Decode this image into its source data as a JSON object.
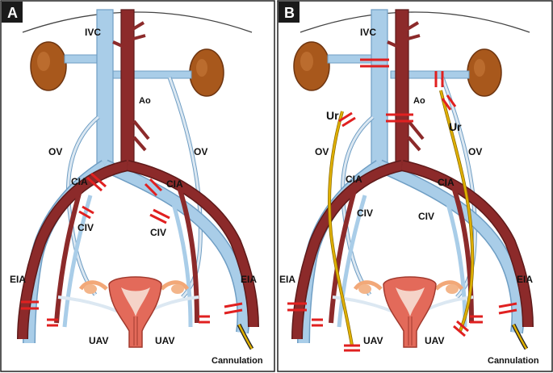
{
  "colors": {
    "artery": "#8c2a2a",
    "artery_dark": "#5e1a1a",
    "vein": "#a9cde8",
    "vein_edge": "#6f9ec4",
    "ureter": "#e0b000",
    "ligature": "#e02020",
    "kidney": "#a8581c",
    "uterus": "#e36a5a",
    "panel_tag_bg": "#1a1a1a",
    "panel_border": "#222222"
  },
  "icons": {
    "ligature": "double-red-bar-icon",
    "kidney": "kidney-icon",
    "uterus": "uterus-icon",
    "cannula": "cannula-icon"
  },
  "panels": [
    {
      "tag": "A",
      "labels": {
        "ivc": "IVC",
        "ao": "Ao",
        "ov_left": "OV",
        "ov_right": "OV",
        "cia_left": "CIA",
        "cia_right": "CIA",
        "civ_left": "CIV",
        "civ_right": "CIV",
        "eia_left": "EIA",
        "eia_right": "EIA",
        "uav_left": "UAV",
        "uav_right": "UAV",
        "cannulation": "Cannulation"
      }
    },
    {
      "tag": "B",
      "labels": {
        "ivc": "IVC",
        "ao": "Ao",
        "ur_left": "Ur",
        "ur_right": "Ur",
        "ov_left": "OV",
        "ov_right": "OV",
        "cia_left": "CIA",
        "cia_right": "CIA",
        "civ_left": "CIV",
        "civ_right": "CIV",
        "eia_left": "EIA",
        "eia_right": "EIA",
        "uav_left": "UAV",
        "uav_right": "UAV",
        "cannulation": "Cannulation"
      }
    }
  ]
}
